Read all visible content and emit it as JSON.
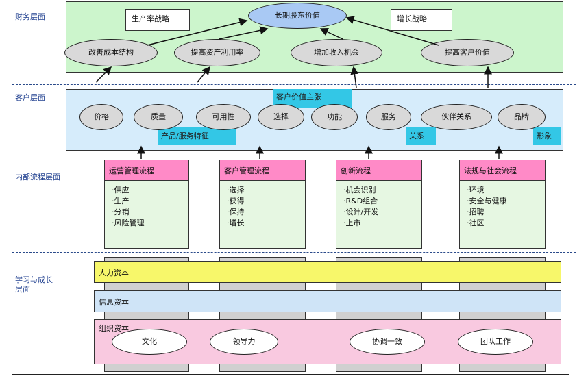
{
  "layers": {
    "financial": "财务层面",
    "customer": "客户层面",
    "internal": "内部流程层面",
    "learning": "学习与成长\n层面"
  },
  "financial": {
    "top_goal": "长期股东价值",
    "strategy_left": "生产率战略",
    "strategy_right": "增长战略",
    "items": [
      "改善成本结构",
      "提高资产利用率",
      "增加收入机会",
      "提高客户价值"
    ]
  },
  "customer": {
    "value_prop": "客户价值主张",
    "attributes": [
      "价格",
      "质量",
      "可用性",
      "选择",
      "功能",
      "服务",
      "伙伴关系",
      "品牌"
    ],
    "tag_product": "产品/服务特征",
    "tag_relation": "关系",
    "tag_image": "形象"
  },
  "internal": {
    "processes": [
      {
        "title": "运营管理流程",
        "items": [
          "·供应",
          "·生产",
          "·分销",
          "·风险管理"
        ]
      },
      {
        "title": "客户管理流程",
        "items": [
          "·选择",
          "·获得",
          "·保持",
          "·增长"
        ]
      },
      {
        "title": "创新流程",
        "items": [
          "·机会识别",
          "·R&D组合",
          "·设计/开发",
          "·上市"
        ]
      },
      {
        "title": "法规与社会流程",
        "items": [
          "·环境",
          "·安全与健康",
          "·招聘",
          "·社区"
        ]
      }
    ]
  },
  "learning": {
    "human": "人力资本",
    "info": "信息资本",
    "org": "组织资本",
    "culture": [
      "文化",
      "领导力",
      "协调一致",
      "团队工作"
    ]
  },
  "colors": {
    "fin_bg": "#ccf5cc",
    "cust_bg": "#d6ecfb",
    "cyan": "#33c7e6",
    "pink": "#ff8ac7",
    "green_box": "#e6f7e2",
    "yellow": "#f7f76a",
    "info_bg": "#cfe4f7",
    "org_bg": "#f9c9e0",
    "ellipse": "#d9d9d9",
    "top_ellipse": "#a9c9f4"
  }
}
